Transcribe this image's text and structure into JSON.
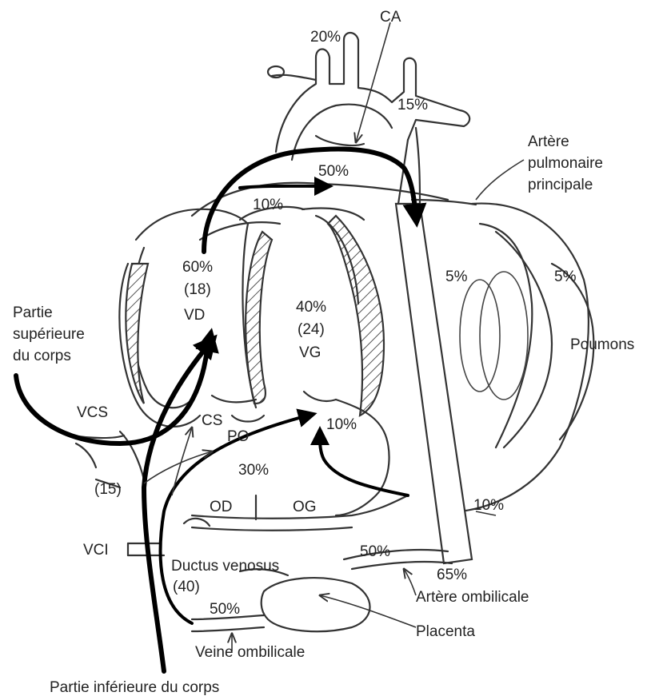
{
  "labels": {
    "ca": "CA",
    "asc_20": "20%",
    "asc_15": "15%",
    "pulm_artery": [
      "Artère",
      "pulmonaire",
      "principale"
    ],
    "pct_50_top": "50%",
    "pct_10_top": "10%",
    "vd_pct": "60%",
    "vd_vol": "(18)",
    "vd": "VD",
    "vg_pct": "40%",
    "vg_vol": "(24)",
    "vg": "VG",
    "lung_5a": "5%",
    "lung_5b": "5%",
    "poumons": "Poumons",
    "upper_body": [
      "Partie",
      "supérieure",
      "du corps"
    ],
    "vcs": "VCS",
    "cs": "CS",
    "po": "PO",
    "pct_10_mid": "10%",
    "pct_15": "(15)",
    "pct_30": "30%",
    "od": "OD",
    "og": "OG",
    "pct_10_right": "10%",
    "vci": "VCI",
    "pct_50_umb": "50%",
    "pct_65": "65%",
    "ductus": "Ductus venosus",
    "ductus_vol": "(40)",
    "arter_umb": "Artère ombilicale",
    "pct_50_vein": "50%",
    "placenta": "Placenta",
    "veine_umb": "Veine ombilicale",
    "lower_body": "Partie inférieure du corps"
  }
}
